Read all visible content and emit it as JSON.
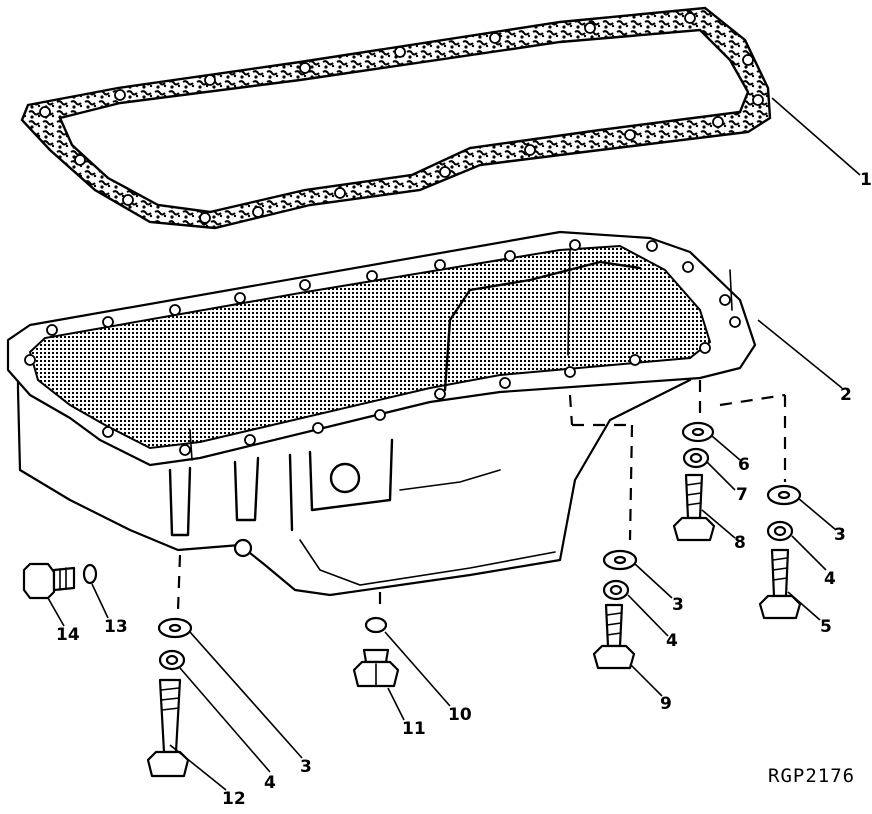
{
  "figure": {
    "reference_code": "RGP2176"
  },
  "callouts": {
    "c1": "1",
    "c2": "2",
    "c3a": "3",
    "c3b": "3",
    "c3c": "3",
    "c4a": "4",
    "c4b": "4",
    "c4c": "4",
    "c5": "5",
    "c6": "6",
    "c7": "7",
    "c8": "8",
    "c9": "9",
    "c10": "10",
    "c11": "11",
    "c12": "12",
    "c13": "13",
    "c14": "14"
  }
}
